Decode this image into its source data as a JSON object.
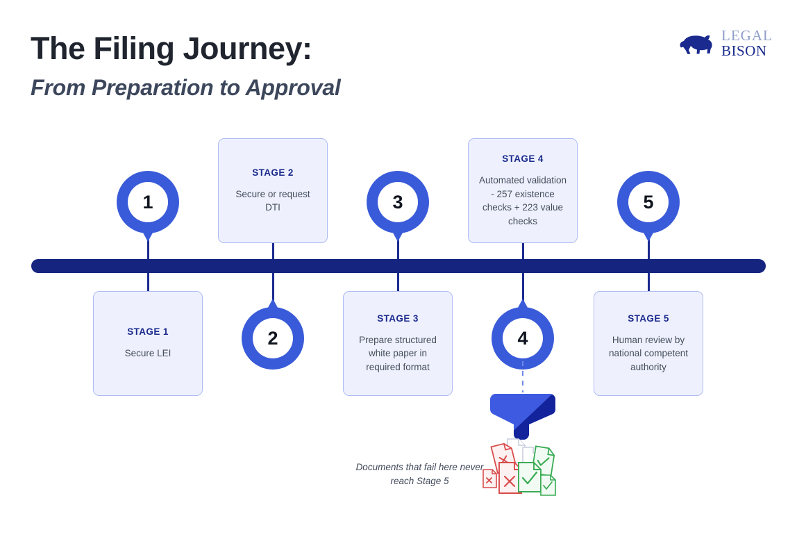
{
  "header": {
    "title": "The Filing Journey:",
    "subtitle": "From Preparation to Approval"
  },
  "logo": {
    "mark": "bison-silhouette-icon",
    "line1": "LEGAL",
    "line2": "BISON"
  },
  "timeline": {
    "bar_color": "#15247f",
    "pin_color": "#3a5bd9",
    "card_fill": "#eef1fd",
    "card_border": "#aebbf5",
    "stages": [
      {
        "number": "1",
        "stage_label": "STAGE 1",
        "description": "Secure LEI",
        "pin_position": "above",
        "card_position": "below"
      },
      {
        "number": "2",
        "stage_label": "STAGE 2",
        "description": "Secure or request DTI",
        "pin_position": "below",
        "card_position": "above"
      },
      {
        "number": "3",
        "stage_label": "STAGE 3",
        "description": "Prepare structured white paper in required format",
        "pin_position": "above",
        "card_position": "below"
      },
      {
        "number": "4",
        "stage_label": "STAGE 4",
        "description": "Automated validation - 257 existence checks + 223 value checks",
        "pin_position": "below",
        "card_position": "above"
      },
      {
        "number": "5",
        "stage_label": "STAGE 5",
        "description": "Human review by national competent authority",
        "pin_position": "above",
        "card_position": "below"
      }
    ]
  },
  "funnel_branch": {
    "funnel_icon": "funnel-icon",
    "funnel_color_light": "#3d5ae0",
    "funnel_color_dark": "#12239b",
    "caption": "Documents that fail here never reach Stage 5",
    "rejected_icon": "document-reject-icon",
    "approved_icon": "document-approve-icon",
    "neutral_icon": "document-plain-icon",
    "reject_color": "#d94b4b",
    "approve_color": "#3aab55",
    "neutral_color": "#c9cedd"
  }
}
